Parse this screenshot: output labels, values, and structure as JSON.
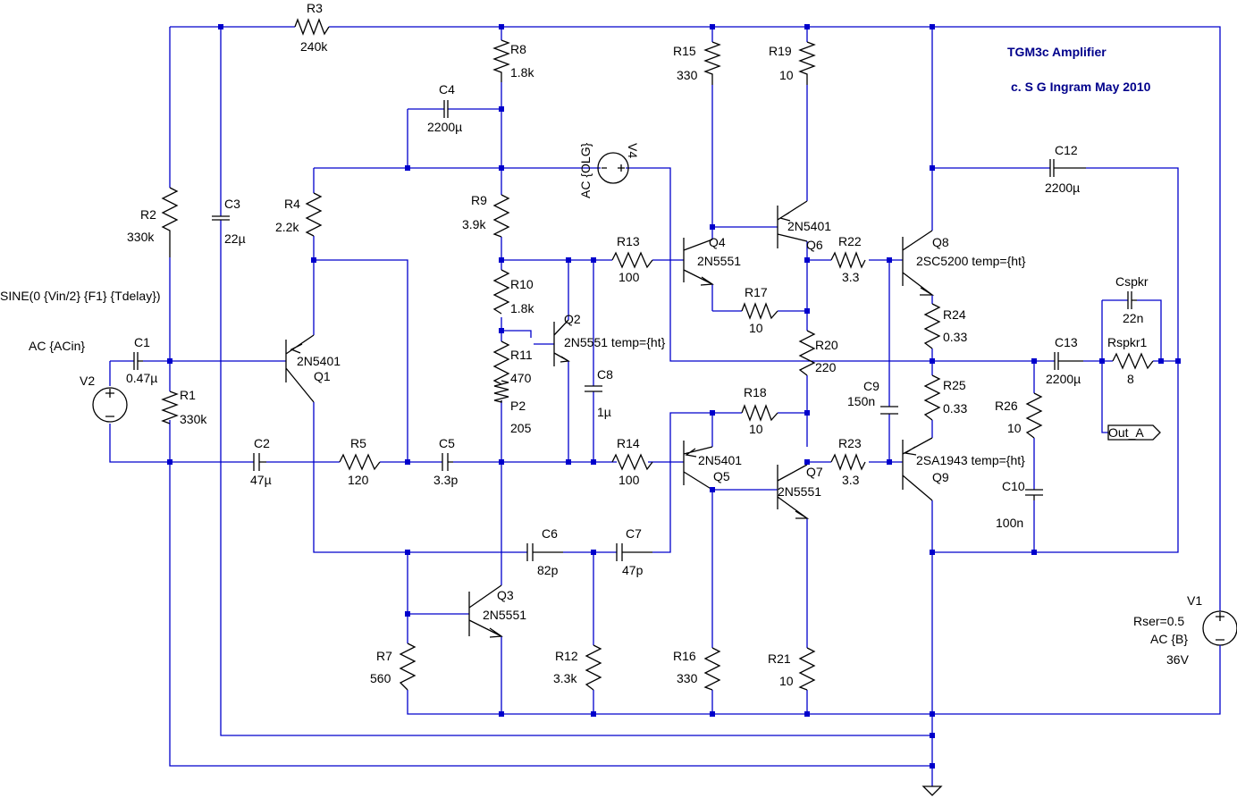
{
  "title": "TGM3c Amplifier",
  "credit": "c. S G Ingram May 2010",
  "labels": {
    "R3": "R3",
    "R3v": "240k",
    "R8": "R8",
    "R8v": "1.8k",
    "C4": "C4",
    "C4v": "2200µ",
    "R15": "R15",
    "R15v": "330",
    "R19": "R19",
    "R19v": "10",
    "V4": "V4",
    "V4v": "AC {OLG}",
    "R2": "R2",
    "R2v": "330k",
    "C3": "C3",
    "C3v": "22µ",
    "R4": "R4",
    "R4v": "2.2k",
    "R9": "R9",
    "R9v": "3.9k",
    "R13": "R13",
    "R13v": "100",
    "Q4": "Q4",
    "Q4v": "2N5551",
    "Q6v": "2N5401",
    "Q6": "Q6",
    "R22": "R22",
    "R22v": "3.3",
    "Q8": "Q8",
    "Q8v": "2SC5200 temp={ht}",
    "C12": "C12",
    "C12v": "2200µ",
    "sine": "SINE(0 {Vin/2} {F1} {Tdelay})",
    "R10": "R10",
    "R10v": "1.8k",
    "Q2": "Q2",
    "Q2v": "2N5551 temp={ht}",
    "R17": "R17",
    "R17v": "10",
    "R24": "R24",
    "R24v": "0.33",
    "Cspkr": "Cspkr",
    "Cspkrv": "22n",
    "acin": "AC {ACin}",
    "C1": "C1",
    "C1v": "0.47µ",
    "Q1v": "2N5401",
    "Q1": "Q1",
    "R11": "R11",
    "R11v": "470",
    "R20": "R20",
    "R20v": "220",
    "C13": "C13",
    "C13v": "2200µ",
    "Rspkr1": "Rspkr1",
    "Rspkr1v": "8",
    "V2": "V2",
    "R1": "R1",
    "R1v": "330k",
    "C8": "C8",
    "C8v": "1µ",
    "C9": "C9",
    "C9v": "150n",
    "R25": "R25",
    "R25v": "0.33",
    "R26": "R26",
    "R26v": "10",
    "P2": "P2",
    "P2v": "205",
    "R18": "R18",
    "R18v": "10",
    "Out": "Out_A",
    "C2": "C2",
    "C2v": "47µ",
    "R5": "R5",
    "R5v": "120",
    "C5": "C5",
    "C5v": "3.3p",
    "R14": "R14",
    "R14v": "100",
    "Q5v": "2N5401",
    "Q5": "Q5",
    "R23": "R23",
    "R23v": "3.3",
    "Q9v": "2SA1943 temp={ht}",
    "Q9": "Q9",
    "Q7": "Q7",
    "Q7v": "2N5551",
    "C10": "C10",
    "C10v": "100n",
    "C6": "C6",
    "C6v": "82p",
    "C7": "C7",
    "C7v": "47p",
    "Q3": "Q3",
    "Q3v": "2N5551",
    "V1": "V1",
    "V1a": "Rser=0.5",
    "V1b": "AC {B}",
    "V1c": "36V",
    "R7": "R7",
    "R7v": "560",
    "R12": "R12",
    "R12v": "3.3k",
    "R16": "R16",
    "R16v": "330",
    "R21": "R21",
    "R21v": "10"
  }
}
